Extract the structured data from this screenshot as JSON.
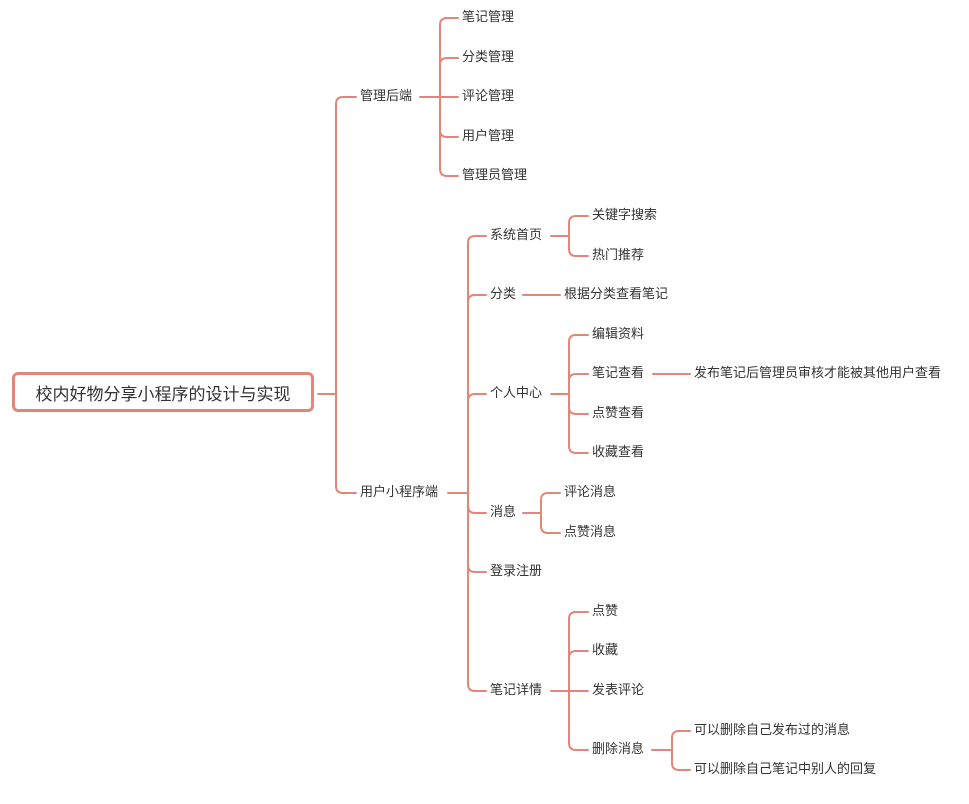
{
  "root": {
    "label": "校内好物分享小程序的设计与实现"
  },
  "admin": {
    "label": "管理后端",
    "items": [
      "笔记管理",
      "分类管理",
      "评论管理",
      "用户管理",
      "管理员管理"
    ]
  },
  "mini": {
    "label": "用户小程序端",
    "home": {
      "label": "系统首页",
      "items": [
        "关键字搜索",
        "热门推荐"
      ]
    },
    "category": {
      "label": "分类",
      "items": [
        "根据分类查看笔记"
      ]
    },
    "personal": {
      "label": "个人中心",
      "items": [
        "编辑资料",
        "笔记查看",
        "点赞查看",
        "收藏查看"
      ],
      "note_view_detail": "发布笔记后管理员审核才能被其他用户查看"
    },
    "message": {
      "label": "消息",
      "items": [
        "评论消息",
        "点赞消息"
      ]
    },
    "login": {
      "label": "登录注册"
    },
    "note_detail": {
      "label": "笔记详情",
      "items": [
        "点赞",
        "收藏",
        "发表评论",
        "删除消息"
      ],
      "delete_items": [
        "可以删除自己发布过的消息",
        "可以删除自己笔记中别人的回复"
      ]
    }
  },
  "colors": {
    "line": "#e2857a",
    "text": "#333333"
  }
}
